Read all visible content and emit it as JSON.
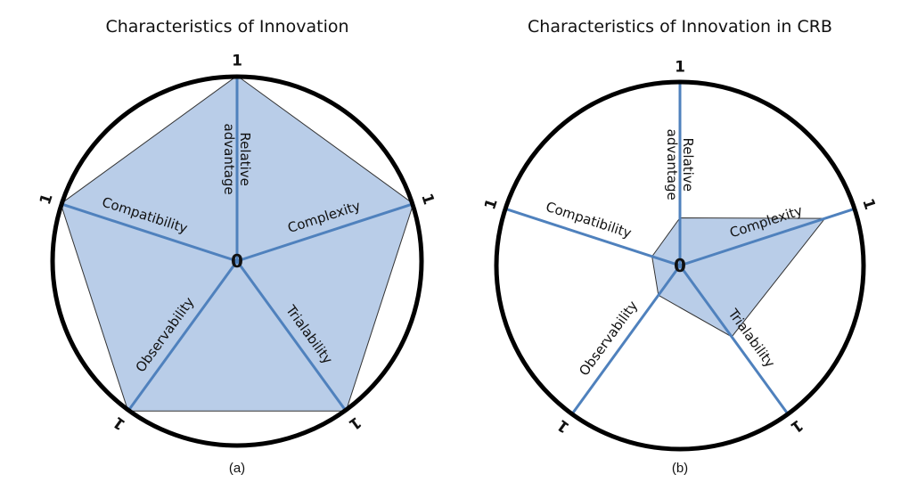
{
  "colors": {
    "axis": "#4f81bd",
    "fill": "#b9cde8",
    "outline": "#333333",
    "circle": "#000000"
  },
  "chart_data": [
    {
      "type": "radar",
      "title": "Characteristics of Innovation",
      "caption": "(a)",
      "center_label": "0",
      "max_label": "1",
      "range": [
        0,
        1
      ],
      "axes": [
        "Relative advantage",
        "Complexity",
        "Trialability",
        "Observability",
        "Compatibility"
      ],
      "axis_label_lines": [
        [
          "Relative",
          "advantage"
        ],
        [
          "Complexity"
        ],
        [
          "Trialability"
        ],
        [
          "Observability"
        ],
        [
          "Compatibility"
        ]
      ],
      "values": [
        1,
        1,
        1,
        1,
        1
      ]
    },
    {
      "type": "radar",
      "title": "Characteristics of Innovation in CRB",
      "caption": "(b)",
      "center_label": "0",
      "max_label": "1",
      "range": [
        0,
        1
      ],
      "axes": [
        "Relative advantage",
        "Complexity",
        "Trialability",
        "Observability",
        "Compatibility"
      ],
      "axis_label_lines": [
        [
          "Relative",
          "advantage"
        ],
        [
          "Complexity"
        ],
        [
          "Trialability"
        ],
        [
          "Observability"
        ],
        [
          "Compatibility"
        ]
      ],
      "values": [
        0.26,
        0.83,
        0.48,
        0.2,
        0.16
      ]
    }
  ]
}
